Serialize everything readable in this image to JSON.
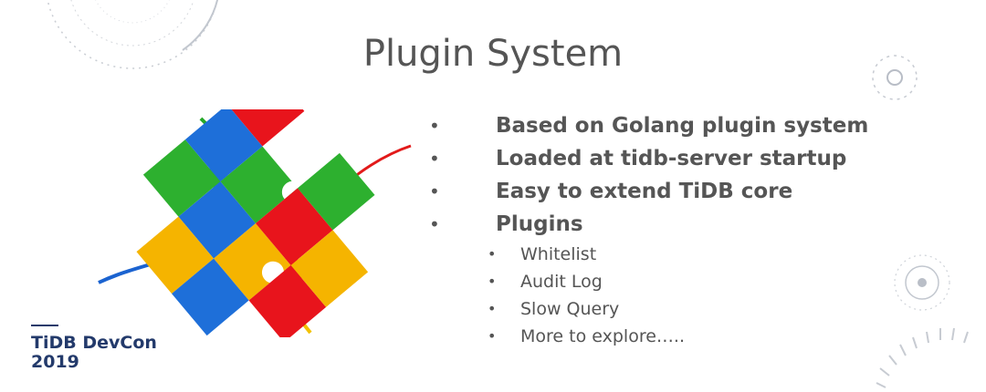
{
  "slide": {
    "title": "Plugin System",
    "bullets": [
      "Based on Golang plugin system",
      "Loaded at tidb-server startup",
      "Easy to extend TiDB core",
      "Plugins"
    ],
    "sub_bullets": [
      "Whitelist",
      "Audit Log",
      "Slow Query",
      "More to explore….."
    ],
    "bullet_glyph": "•"
  },
  "logo": {
    "line1": "TiDB DevCon",
    "line2": "2019"
  },
  "colors": {
    "title": "#555555",
    "brand": "#233a6b",
    "puzzle_red": "#e8141c",
    "puzzle_blue": "#1e6fd9",
    "puzzle_green": "#2db02f",
    "puzzle_yellow": "#f5b400"
  },
  "icons": [
    "puzzle-image",
    "dashed-circle-icon",
    "target-circle-icon"
  ]
}
